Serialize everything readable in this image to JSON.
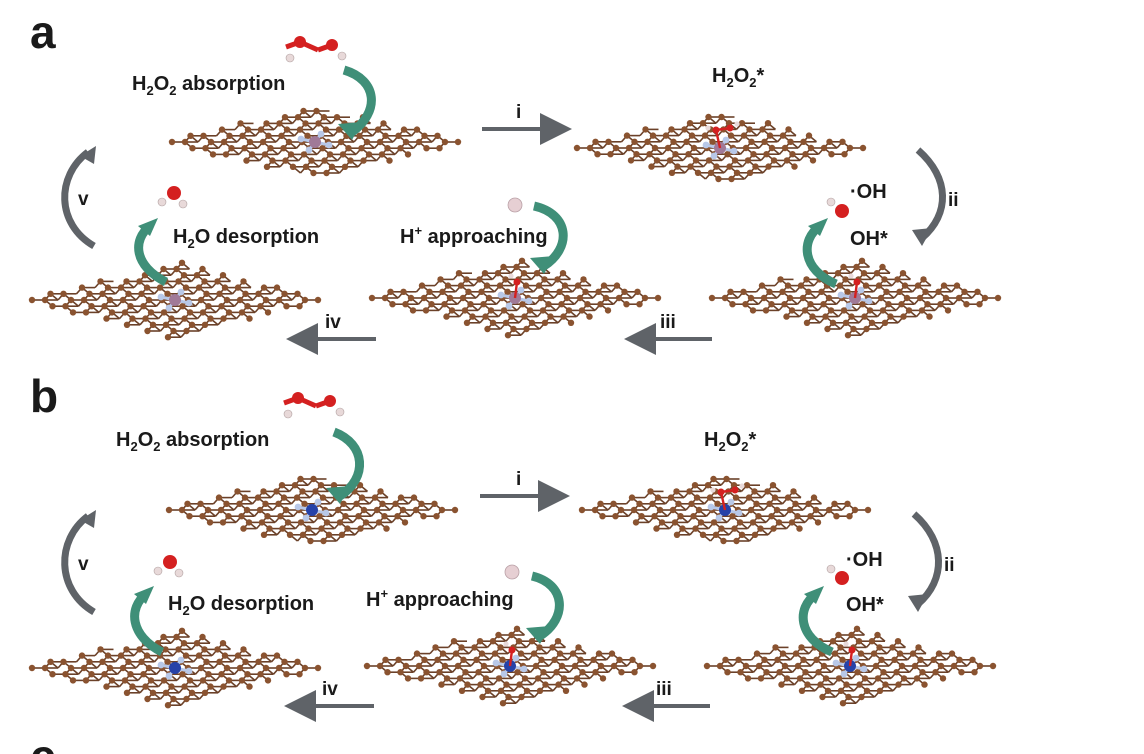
{
  "panels": [
    {
      "letter": "a",
      "metal": "pink",
      "h2o2_absorption": {
        "pre": "H",
        "s1": "2",
        "mid": "O",
        "s2": "2",
        "post": " absorption"
      },
      "h2o2_star": {
        "pre": "H",
        "s1": "2",
        "mid": "O",
        "s2": "2",
        "post": "*"
      },
      "oh_radical": "·OH",
      "oh_star": "OH*",
      "h_plus": {
        "pre": "H",
        "sup": "+",
        "post": " approaching"
      },
      "h2o_desorption": {
        "pre": "H",
        "s1": "2",
        "post": "O desorption"
      },
      "steps": {
        "i": "i",
        "ii": "ii",
        "iii": "iii",
        "iv": "iv",
        "v": "v"
      }
    },
    {
      "letter": "b",
      "metal": "blue",
      "h2o2_absorption": {
        "pre": "H",
        "s1": "2",
        "mid": "O",
        "s2": "2",
        "post": " absorption"
      },
      "h2o2_star": {
        "pre": "H",
        "s1": "2",
        "mid": "O",
        "s2": "2",
        "post": "*"
      },
      "oh_radical": "·OH",
      "oh_star": "OH*",
      "h_plus": {
        "pre": "H",
        "sup": "+",
        "post": " approaching"
      },
      "h2o_desorption": {
        "pre": "H",
        "s1": "2",
        "post": "O desorption"
      },
      "steps": {
        "i": "i",
        "ii": "ii",
        "iii": "iii",
        "iv": "iv",
        "v": "v"
      }
    }
  ],
  "partial_letter": "c",
  "colors": {
    "carbon": "#8a5330",
    "bond": "#6b4129",
    "oxygen": "#d42020",
    "hydrogen": "#e8d9d9",
    "proton": "#e6cfd3",
    "metal_pink": "#a07a98",
    "metal_blue": "#2642a8",
    "nitrogen": "#b8c8e8",
    "step_arrow": "#5f6368",
    "curved_arrow": "#3f8f78"
  }
}
